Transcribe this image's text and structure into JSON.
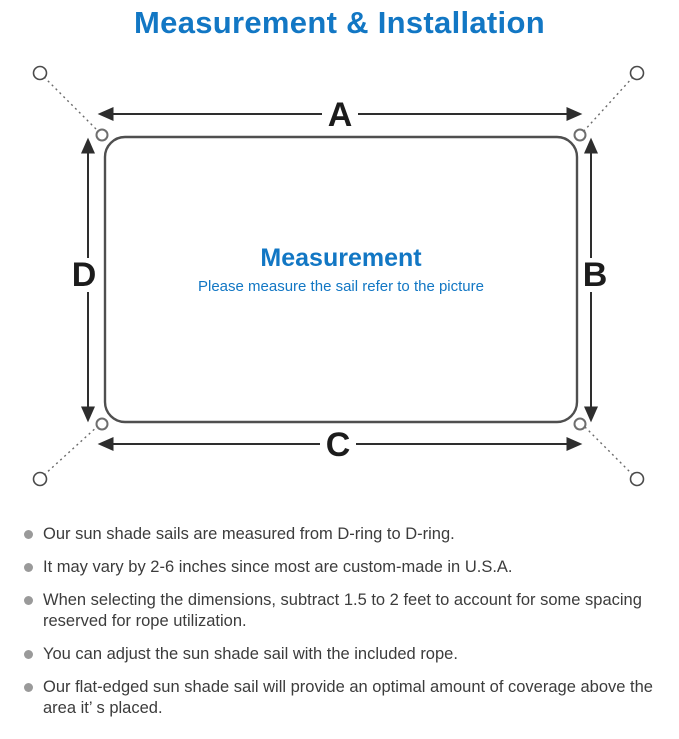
{
  "title": "Measurement & Installation",
  "diagram": {
    "labels": {
      "top": "A",
      "right": "B",
      "bottom": "C",
      "left": "D"
    },
    "center_title": "Measurement",
    "center_subtitle": "Please measure the sail refer to the picture"
  },
  "colors": {
    "accent_blue": "#1277c4",
    "line_dark": "#2e2e2e",
    "text": "#3c3c3c",
    "bullet_gray": "#9a9a9a"
  },
  "bullets": [
    "Our sun shade sails are measured from D-ring to D-ring.",
    "It may vary by 2-6 inches since most are custom-made in U.S.A.",
    "When selecting the dimensions, subtract 1.5 to 2 feet to account for some spacing reserved for rope utilization.",
    "You can adjust the sun shade sail with the included rope.",
    "Our flat-edged sun shade sail will provide an optimal amount of coverage above the area it’ s placed."
  ]
}
